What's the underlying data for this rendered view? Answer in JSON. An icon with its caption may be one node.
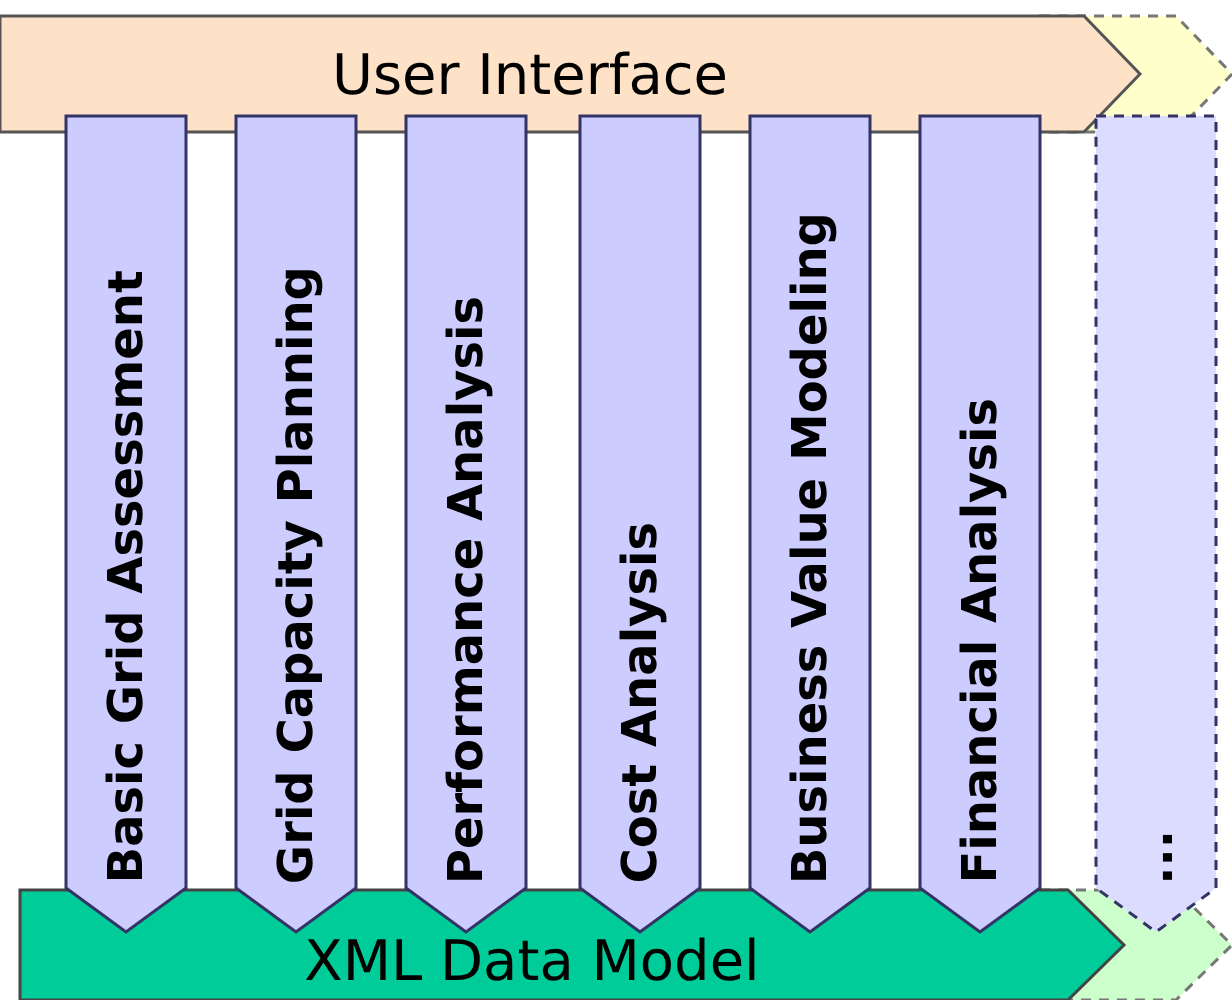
{
  "diagram": {
    "nodes": [
      {
        "text": [
          "User Interface"
        ]
      },
      {
        "text": [],
        "shape": "chevron"
      },
      {
        "text": [
          "Basic Grid Assessment"
        ]
      },
      {
        "text": [
          "Grid Capacity Planning"
        ]
      },
      {
        "text": [
          "Performance Analysis"
        ]
      },
      {
        "text": [
          "Cost Analysis"
        ]
      },
      {
        "text": [
          "Business Value Modeling"
        ]
      },
      {
        "text": [
          "Financial Analysis"
        ]
      },
      {
        "text": [
          "..."
        ]
      },
      {
        "text": [
          "XML Data Model"
        ]
      },
      {
        "text": [],
        "shape": "chevron"
      }
    ],
    "edges": []
  }
}
